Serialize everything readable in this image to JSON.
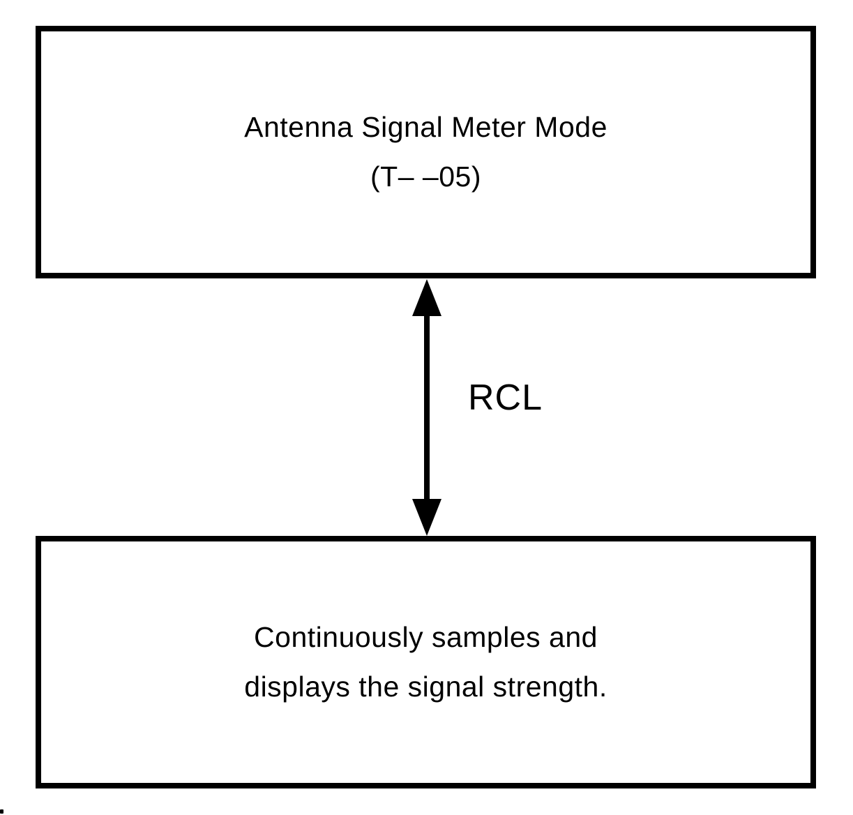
{
  "page": {
    "background_color": "#ffffff",
    "line_color": "#000000",
    "text_color": "#000000"
  },
  "diagram": {
    "top_box": {
      "line1": "Antenna Signal Meter Mode",
      "line2": "(T– –05)"
    },
    "connector": {
      "label": "RCL",
      "style": "vertical-double-headed-arrow"
    },
    "bottom_box": {
      "line1": "Continuously samples and",
      "line2": "displays the signal strength."
    }
  }
}
